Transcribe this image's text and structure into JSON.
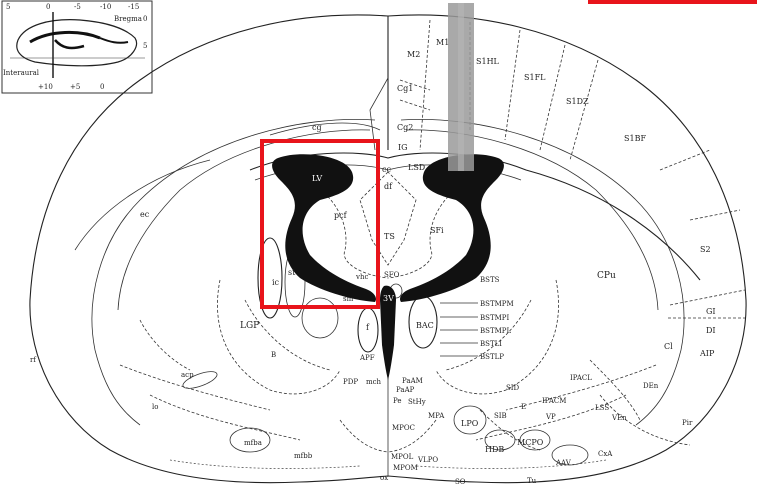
{
  "inset": {
    "top_ticks": [
      "5",
      "0",
      "-5",
      "-10",
      "-15"
    ],
    "bregma_label": "Bregma",
    "zero_label": "0",
    "side_label": "5",
    "interaural_label": "Interaural",
    "bottom_ticks": [
      "",
      "+10",
      "+5",
      "0"
    ]
  },
  "labels": {
    "M2": "M2",
    "M1": "M1",
    "S1HL": "S1HL",
    "S1FL": "S1FL",
    "S1DZ": "S1DZ",
    "S1BF": "S1BF",
    "Cg1": "Cg1",
    "Cg2": "Cg2",
    "IG": "IG",
    "cg": "cg",
    "cc": "cc",
    "LSD": "LSD",
    "LV": "LV",
    "df": "df",
    "pcf": "pcf",
    "ec": "ec",
    "TS": "TS",
    "SFi": "SFi",
    "CPu": "CPu",
    "S2": "S2",
    "st": "st",
    "ic": "ic",
    "vhc": "vhc",
    "SFO": "SFO",
    "BSTS": "BSTS",
    "sm": "sm",
    "3V": "3V",
    "BAC": "BAC",
    "BSTMPM": "BSTMPM",
    "BSTMPI": "BSTMPI",
    "BSTMPL": "BSTMPL",
    "BSTLI": "BSTLI",
    "BSTLP": "BSTLP",
    "GI": "GI",
    "DI": "DI",
    "AIP": "AIP",
    "Cl": "Cl",
    "LGP": "LGP",
    "f": "f",
    "B": "B",
    "APF": "APF",
    "rf": "rf",
    "acp": "acp",
    "PDP": "PDP",
    "mch": "mch",
    "PaAM": "PaAM",
    "PaAP": "PaAP",
    "Pe": "Pe",
    "StHy": "StHy",
    "MPA": "MPA",
    "MPOC": "MPOC",
    "LPO": "LPO",
    "SIB": "SIB",
    "SID": "SID",
    "IPACL": "IPACL",
    "IPACM": "IPACM",
    "VP": "VP",
    "LSS": "LSS",
    "DEn": "DEn",
    "VEn": "VEn",
    "Pir": "Pir",
    "lo": "lo",
    "mfba": "mfba",
    "mfbb": "mfbb",
    "MPOL": "MPOL",
    "VLPO": "VLPO",
    "MPOM": "MPOM",
    "HDB": "HDB",
    "MCPO": "MCPO",
    "AAV": "AAV",
    "CxA": "CxA",
    "Tu": "Tu",
    "SO": "SO",
    "ox": "ox",
    "E": "E"
  },
  "colors": {
    "highlight": "#e8141b",
    "ink": "#222222",
    "probe": "#9a9a9a"
  }
}
